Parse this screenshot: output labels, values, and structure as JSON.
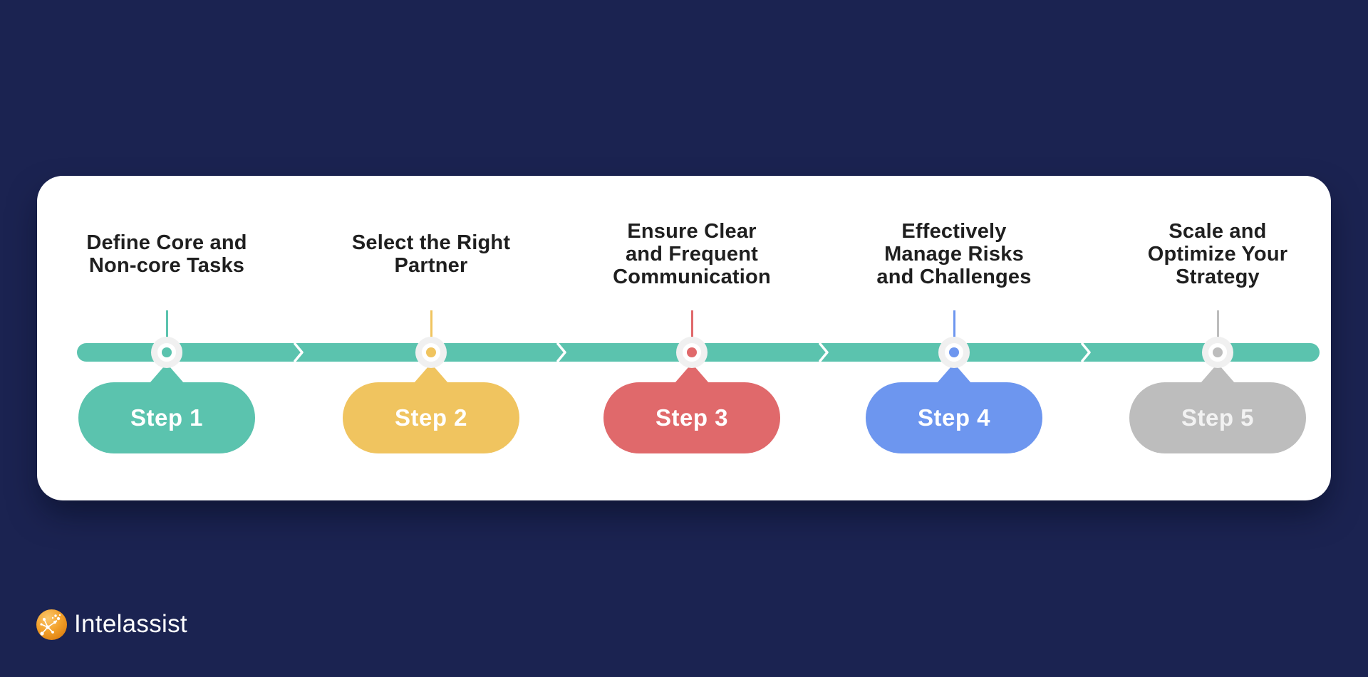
{
  "page": {
    "background": "#1b2351",
    "card_background": "#ffffff",
    "title_color": "#1f1f1f"
  },
  "timeline": {
    "bar_color": "#5bc3ae",
    "separator_color": "#ffffff",
    "marker_ring_color": "#f0f0f0",
    "separator_count": 4
  },
  "steps": [
    {
      "title_lines": [
        "Define Core and",
        "Non-core Tasks"
      ],
      "label": "Step 1",
      "color": "#5bc3ae",
      "label_color": "#ffffff"
    },
    {
      "title_lines": [
        "Select the Right",
        "Partner"
      ],
      "label": "Step 2",
      "color": "#f0c45f",
      "label_color": "#ffffff"
    },
    {
      "title_lines": [
        "Ensure Clear",
        "and Frequent",
        "Communication"
      ],
      "label": "Step 3",
      "color": "#e0696b",
      "label_color": "#ffffff"
    },
    {
      "title_lines": [
        "Effectively",
        "Manage Risks",
        "and Challenges"
      ],
      "label": "Step 4",
      "color": "#6d96ef",
      "label_color": "#ffffff"
    },
    {
      "title_lines": [
        "Scale and",
        "Optimize Your",
        "Strategy"
      ],
      "label": "Step 5",
      "color": "#bdbdbd",
      "label_color": "#f2f2f2"
    }
  ],
  "footer": {
    "brand": "Intelassist",
    "logo_color": "#f09c1f"
  }
}
